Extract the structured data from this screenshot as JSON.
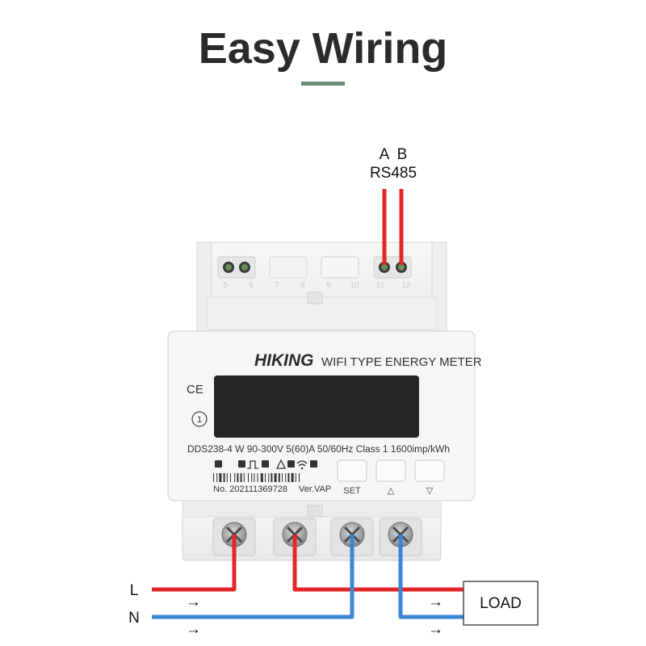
{
  "title": "Easy Wiring",
  "colors": {
    "accent_bar": "#6f8f78",
    "live_wire": "#e3262a",
    "neutral_wire": "#3a86d6",
    "display": "#262626",
    "housing": "#f4f4f4"
  },
  "rs485": {
    "a_label": "A",
    "b_label": "B",
    "bus_label": "RS485"
  },
  "terminals_top": [
    "5",
    "6",
    "7",
    "8",
    "9",
    "10",
    "11",
    "12"
  ],
  "meter": {
    "brand": "HIKING",
    "model_name": "WIFI TYPE ENERGY METER",
    "ce_mark": "CE",
    "class_mark": "1",
    "spec_line": "DDS238-4 W 90-300V  5(60)A   50/60Hz Class 1  1600imp/kWh",
    "serial": "No. 202111369728",
    "version": "Ver.VAP",
    "buttons": [
      "SET",
      "△",
      "▽"
    ]
  },
  "wiring": {
    "line_label": "L",
    "neutral_label": "N",
    "load_label": "LOAD",
    "arrow_glyph": "→"
  }
}
